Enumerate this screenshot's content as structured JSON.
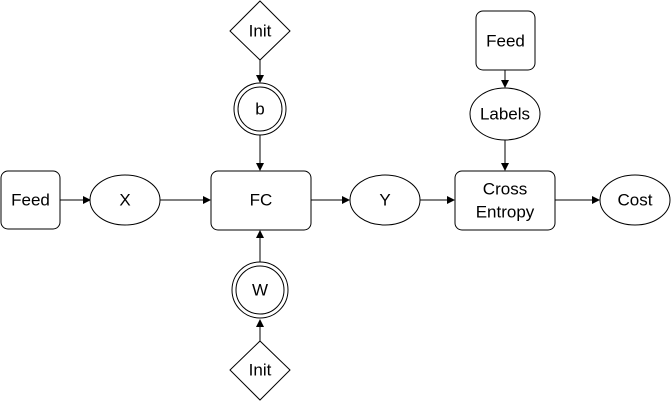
{
  "nodes": {
    "feed_left": "Feed",
    "x": "X",
    "fc": "FC",
    "y": "Y",
    "cross_entropy": [
      "Cross",
      "Entropy"
    ],
    "cost": "Cost",
    "b": "b",
    "w": "W",
    "init_top": "Init",
    "init_bottom": "Init",
    "feed_top": "Feed",
    "labels": "Labels"
  },
  "edges": [
    {
      "from": "feed_left",
      "to": "x"
    },
    {
      "from": "x",
      "to": "fc"
    },
    {
      "from": "fc",
      "to": "y"
    },
    {
      "from": "y",
      "to": "cross_entropy"
    },
    {
      "from": "cross_entropy",
      "to": "cost"
    },
    {
      "from": "init_top",
      "to": "b"
    },
    {
      "from": "b",
      "to": "fc"
    },
    {
      "from": "init_bottom",
      "to": "w"
    },
    {
      "from": "w",
      "to": "fc"
    },
    {
      "from": "feed_top",
      "to": "labels"
    },
    {
      "from": "labels",
      "to": "cross_entropy"
    }
  ]
}
